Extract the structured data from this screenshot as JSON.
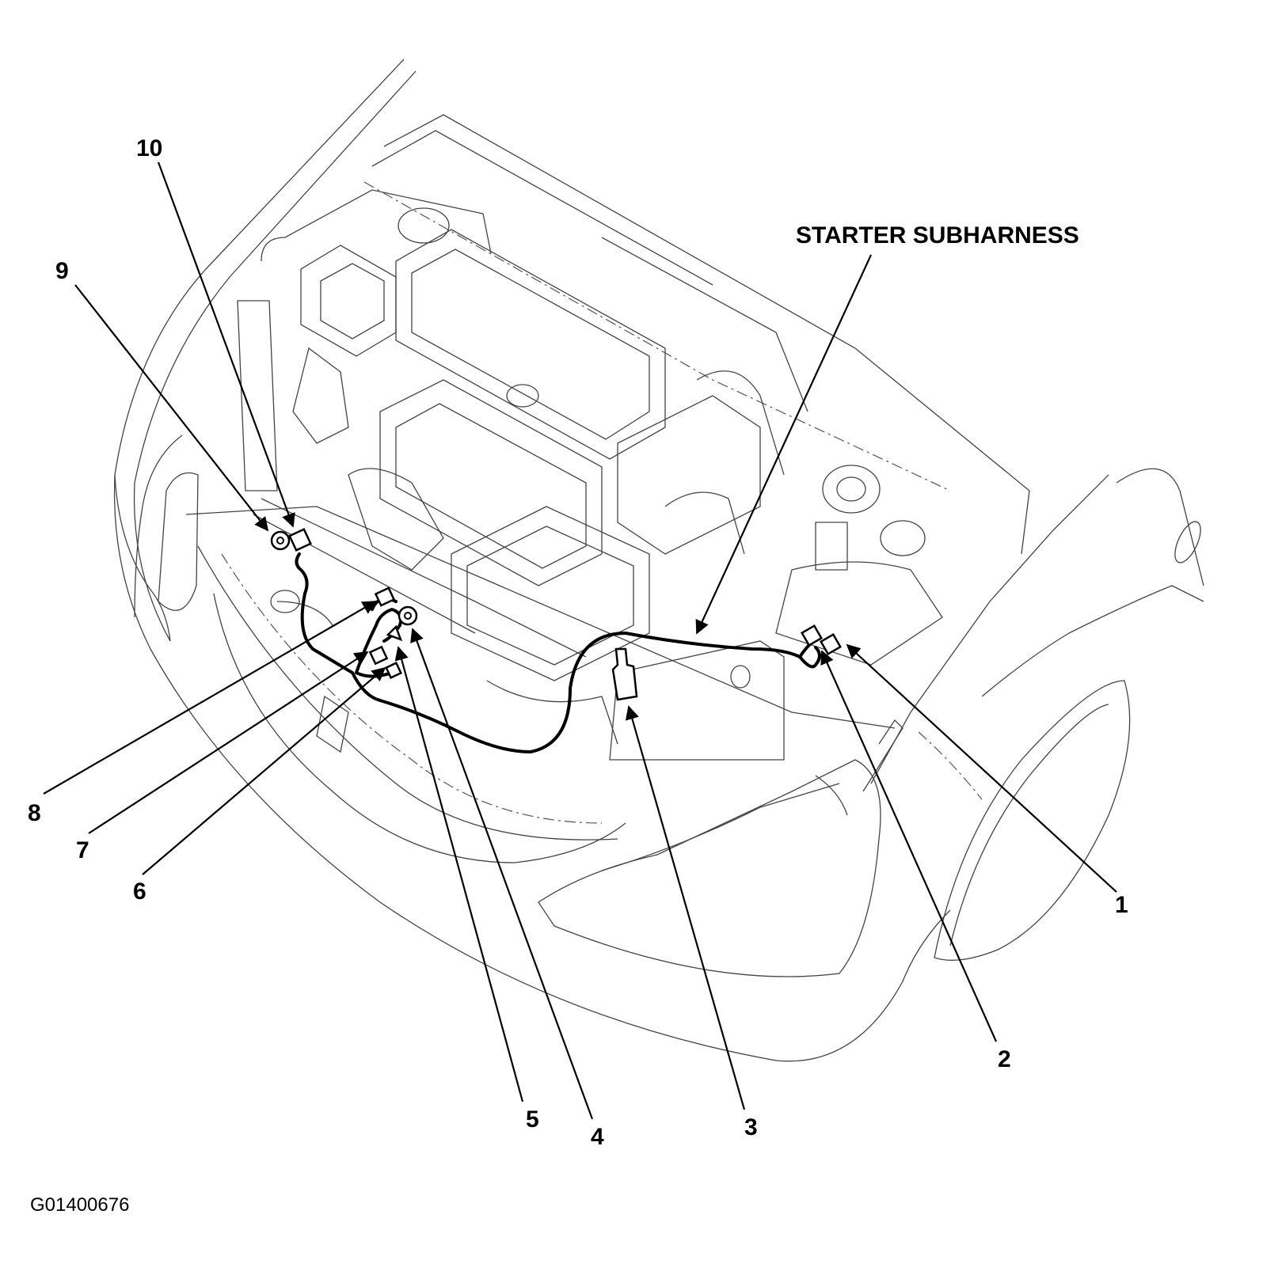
{
  "diagram": {
    "title_label": "STARTER SUBHARNESS",
    "figure_id": "G01400676",
    "callouts": [
      "1",
      "2",
      "3",
      "4",
      "5",
      "6",
      "7",
      "8",
      "9",
      "10"
    ]
  }
}
